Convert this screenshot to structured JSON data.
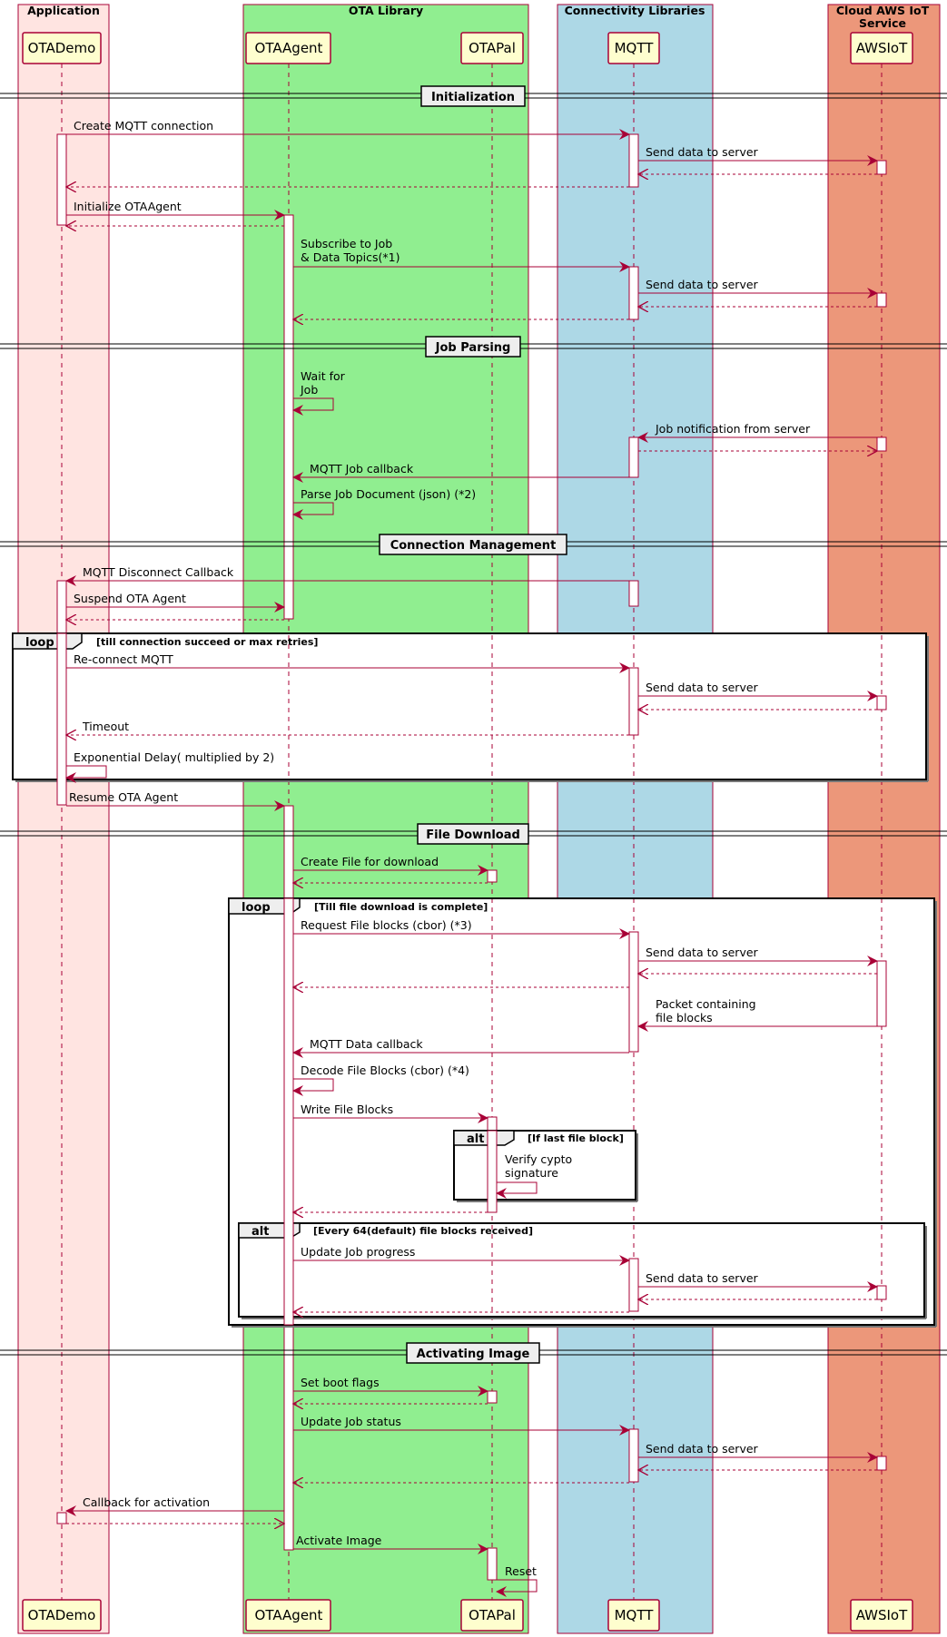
{
  "boxes": [
    {
      "title": "Application",
      "color": "#ffe4e1"
    },
    {
      "title": "OTA Library",
      "color": "#90ee90"
    },
    {
      "title": "Connectivity Libraries",
      "color": "#add8e6"
    },
    {
      "title_line1": "Cloud AWS IoT",
      "title_line2": "Service",
      "color": "#ec977a"
    }
  ],
  "participants": [
    "OTADemo",
    "OTAAgent",
    "OTAPal",
    "MQTT",
    "AWSIoT"
  ],
  "sections": {
    "init": "Initialization",
    "job": "Job Parsing",
    "conn": "Connection Management",
    "file": "File Download",
    "act": "Activating Image"
  },
  "messages": {
    "create_mqtt": "Create MQTT connection",
    "send1": "Send data to server",
    "init_agent": "Initialize OTAAgent",
    "subscribe_1": "Subscribe to Job",
    "subscribe_2": "& Data Topics(*1)",
    "send2": "Send data to server",
    "wait_1": "Wait for",
    "wait_2": "Job",
    "job_notif": "Job notification from server",
    "mqtt_job_cb": "MQTT Job callback",
    "parse_job": "Parse Job Document (json) (*2)",
    "mqtt_disc": "MQTT Disconnect Callback",
    "suspend": "Suspend OTA Agent",
    "reconnect": "Re-connect MQTT",
    "send3": "Send data to server",
    "timeout": "Timeout",
    "exp_delay": "Exponential Delay( multiplied by 2)",
    "resume": "Resume OTA Agent",
    "create_file": "Create File for download",
    "request_blocks": "Request File blocks (cbor) (*3)",
    "send4": "Send data to server",
    "packet_1": "Packet containing",
    "packet_2": "file blocks",
    "mqtt_data_cb": "MQTT Data callback",
    "decode": "Decode File Blocks (cbor) (*4)",
    "write_blocks": "Write File Blocks",
    "verify_1": "Verify cypto",
    "verify_2": "signature",
    "update_progress": "Update Job progress",
    "send5": "Send data to server",
    "boot_flags": "Set boot flags",
    "update_status": "Update Job status",
    "send6": "Send data to server",
    "cb_activation": "Callback for activation",
    "activate": "Activate Image",
    "reset": "Reset"
  },
  "groups": {
    "loop1": {
      "keyword": "loop",
      "condition": "[till connection succeed or max retries]"
    },
    "loop2": {
      "keyword": "loop",
      "condition": "[Till file download is complete]"
    },
    "alt1": {
      "keyword": "alt",
      "condition": "[If last file block]"
    },
    "alt2": {
      "keyword": "alt",
      "condition": "[Every 64(default) file blocks received]"
    }
  },
  "colors": {
    "arrow": "#a80036",
    "participant_fill": "#fefece",
    "activation_fill": "#ffffff",
    "divider_fill": "#eeeeee"
  }
}
